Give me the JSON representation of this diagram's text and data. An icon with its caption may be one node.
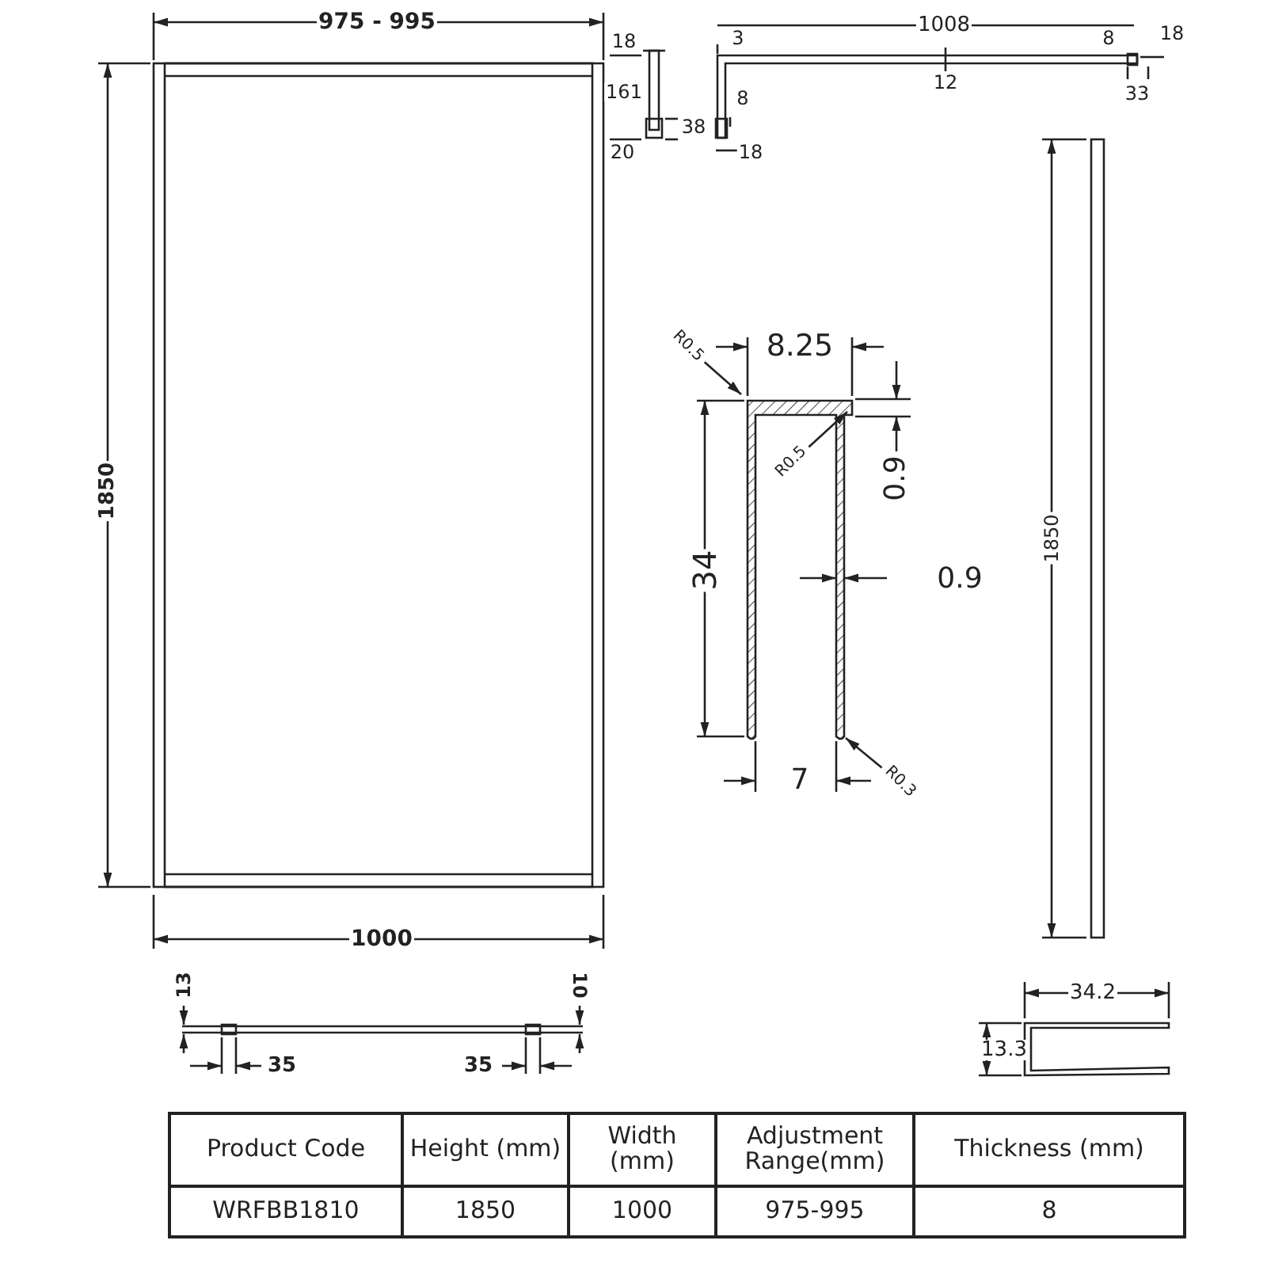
{
  "diagram": {
    "nodes": [
      {
        "text": [
          "R0.5"
        ]
      },
      {
        "text": [
          "R0.5"
        ]
      },
      {
        "text": [
          "R0.3"
        ]
      }
    ],
    "edges": [
      {
        "from": 0,
        "to": null,
        "arrow": "to"
      },
      {
        "from": 1,
        "to": null,
        "arrow": "to"
      },
      {
        "from": 2,
        "to": null,
        "arrow": "to"
      }
    ],
    "labels": [
      "975 - 995",
      "18",
      "3",
      "1008",
      "8",
      "18",
      "161",
      "12",
      "33",
      "38",
      "8",
      "20",
      "18",
      "8.25",
      "0.9",
      "1850",
      "34",
      "0.9",
      "1850",
      "7",
      "1000",
      "13",
      "10",
      "34.2",
      "35",
      "35",
      "13.3",
      "Product Code",
      "Height (mm)",
      "Width (mm)",
      "Adjustment Range(mm)",
      "Thickness (mm)",
      "WRFBB1810",
      "1850",
      "1000",
      "975-995",
      "8"
    ]
  }
}
